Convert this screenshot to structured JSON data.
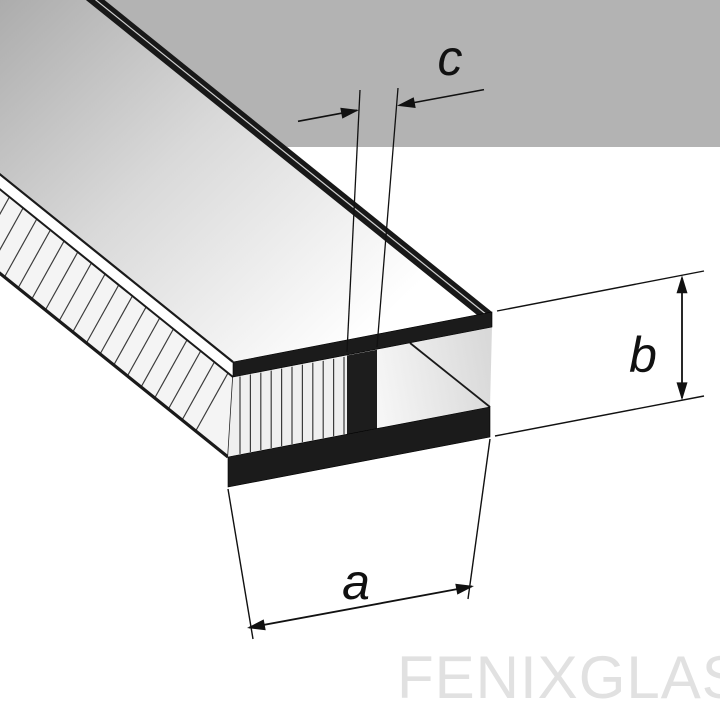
{
  "diagram": {
    "band_color": "#b3b3b3",
    "profile_color": "#1b1b1b",
    "dimensions": {
      "a_label": "a",
      "b_label": "b",
      "c_label": "c"
    },
    "watermark": {
      "text": "FENIXGLAS",
      "color": "#e1e1e1"
    }
  }
}
